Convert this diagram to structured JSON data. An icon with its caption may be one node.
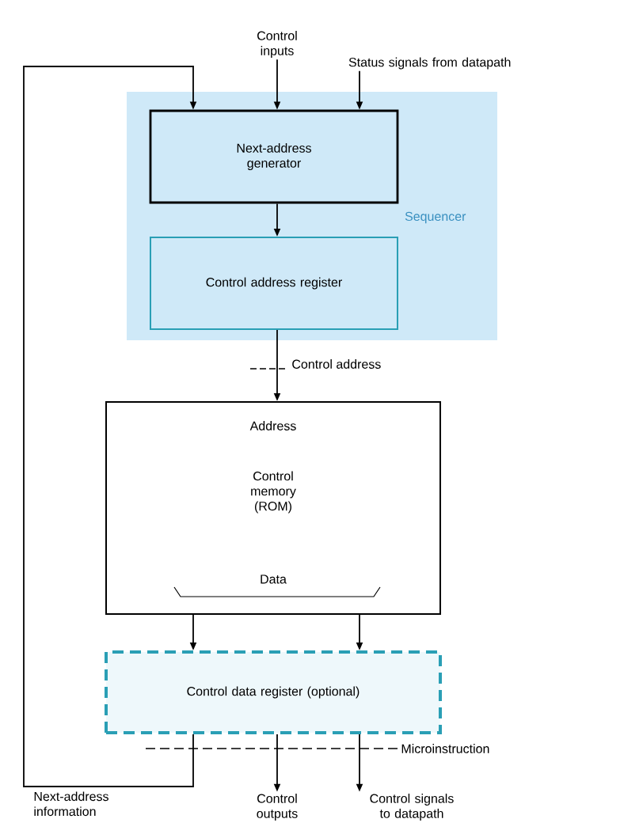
{
  "diagram": {
    "nodes": [
      {
        "text": [
          "Control inputs"
        ]
      },
      {
        "text": [
          "Status signals from datapath"
        ]
      },
      {
        "text": [
          "Sequencer"
        ]
      },
      {
        "text": [
          "Next-address generator"
        ],
        "in": 2
      },
      {
        "text": [
          "Control address register"
        ],
        "in": 2
      },
      {
        "text": [
          "Address",
          "Control memory (ROM)",
          "Data"
        ]
      },
      {
        "text": [
          "Control data register (optional)"
        ]
      },
      {
        "text": [
          "Control outputs"
        ]
      },
      {
        "text": [
          "Control signals to datapath"
        ]
      }
    ],
    "edges": [
      {
        "from": 0,
        "to": 3,
        "arrow": "to"
      },
      {
        "from": 1,
        "to": 3,
        "arrow": "to"
      },
      {
        "from": 3,
        "to": 4,
        "arrow": "to"
      },
      {
        "from": 4,
        "to": 5,
        "arrow": "to",
        "label": "Control address"
      },
      {
        "from": 5,
        "to": 6,
        "arrow": "to"
      },
      {
        "from": 5,
        "to": 6,
        "arrow": "to"
      },
      {
        "from": 6,
        "to": 7,
        "arrow": "to"
      },
      {
        "from": 6,
        "to": 8,
        "arrow": "to"
      },
      {
        "from": 6,
        "to": 3,
        "arrow": "to",
        "label": "Next-address information"
      }
    ],
    "labels": [
      "Microinstruction"
    ]
  }
}
